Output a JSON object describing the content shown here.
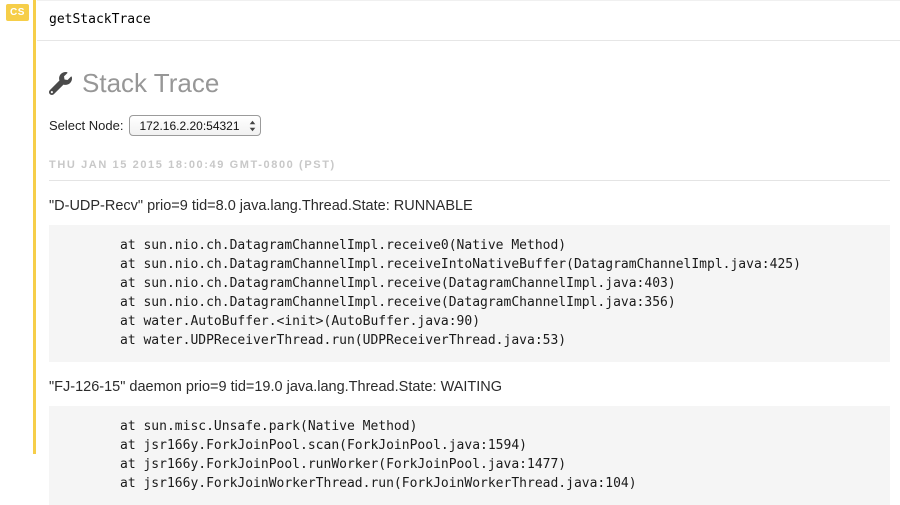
{
  "cell": {
    "badge": "CS",
    "input": "getStackTrace"
  },
  "output": {
    "title": "Stack Trace",
    "select_node_label": "Select Node:",
    "selected_node": "172.16.2.20:54321",
    "timestamp": "THU JAN 15 2015 18:00:49 GMT-0800 (PST)",
    "threads": [
      {
        "header": "\"D-UDP-Recv\" prio=9 tid=8.0 java.lang.Thread.State: RUNNABLE",
        "lines": [
          "at sun.nio.ch.DatagramChannelImpl.receive0(Native Method)",
          "at sun.nio.ch.DatagramChannelImpl.receiveIntoNativeBuffer(DatagramChannelImpl.java:425)",
          "at sun.nio.ch.DatagramChannelImpl.receive(DatagramChannelImpl.java:403)",
          "at sun.nio.ch.DatagramChannelImpl.receive(DatagramChannelImpl.java:356)",
          "at water.AutoBuffer.<init>(AutoBuffer.java:90)",
          "at water.UDPReceiverThread.run(UDPReceiverThread.java:53)"
        ]
      },
      {
        "header": "\"FJ-126-15\" daemon prio=9 tid=19.0 java.lang.Thread.State: WAITING",
        "lines": [
          "at sun.misc.Unsafe.park(Native Method)",
          "at jsr166y.ForkJoinPool.scan(ForkJoinPool.java:1594)",
          "at jsr166y.ForkJoinPool.runWorker(ForkJoinPool.java:1477)",
          "at jsr166y.ForkJoinWorkerThread.run(ForkJoinWorkerThread.java:104)"
        ]
      }
    ]
  },
  "icons": {
    "wrench": "wrench-icon",
    "stepper": "select-stepper-icon"
  },
  "colors": {
    "accent_yellow": "#f6ce49",
    "code_background": "#f5f5f5",
    "heading_gray": "#979797",
    "timestamp_gray": "#c8c8c8"
  }
}
